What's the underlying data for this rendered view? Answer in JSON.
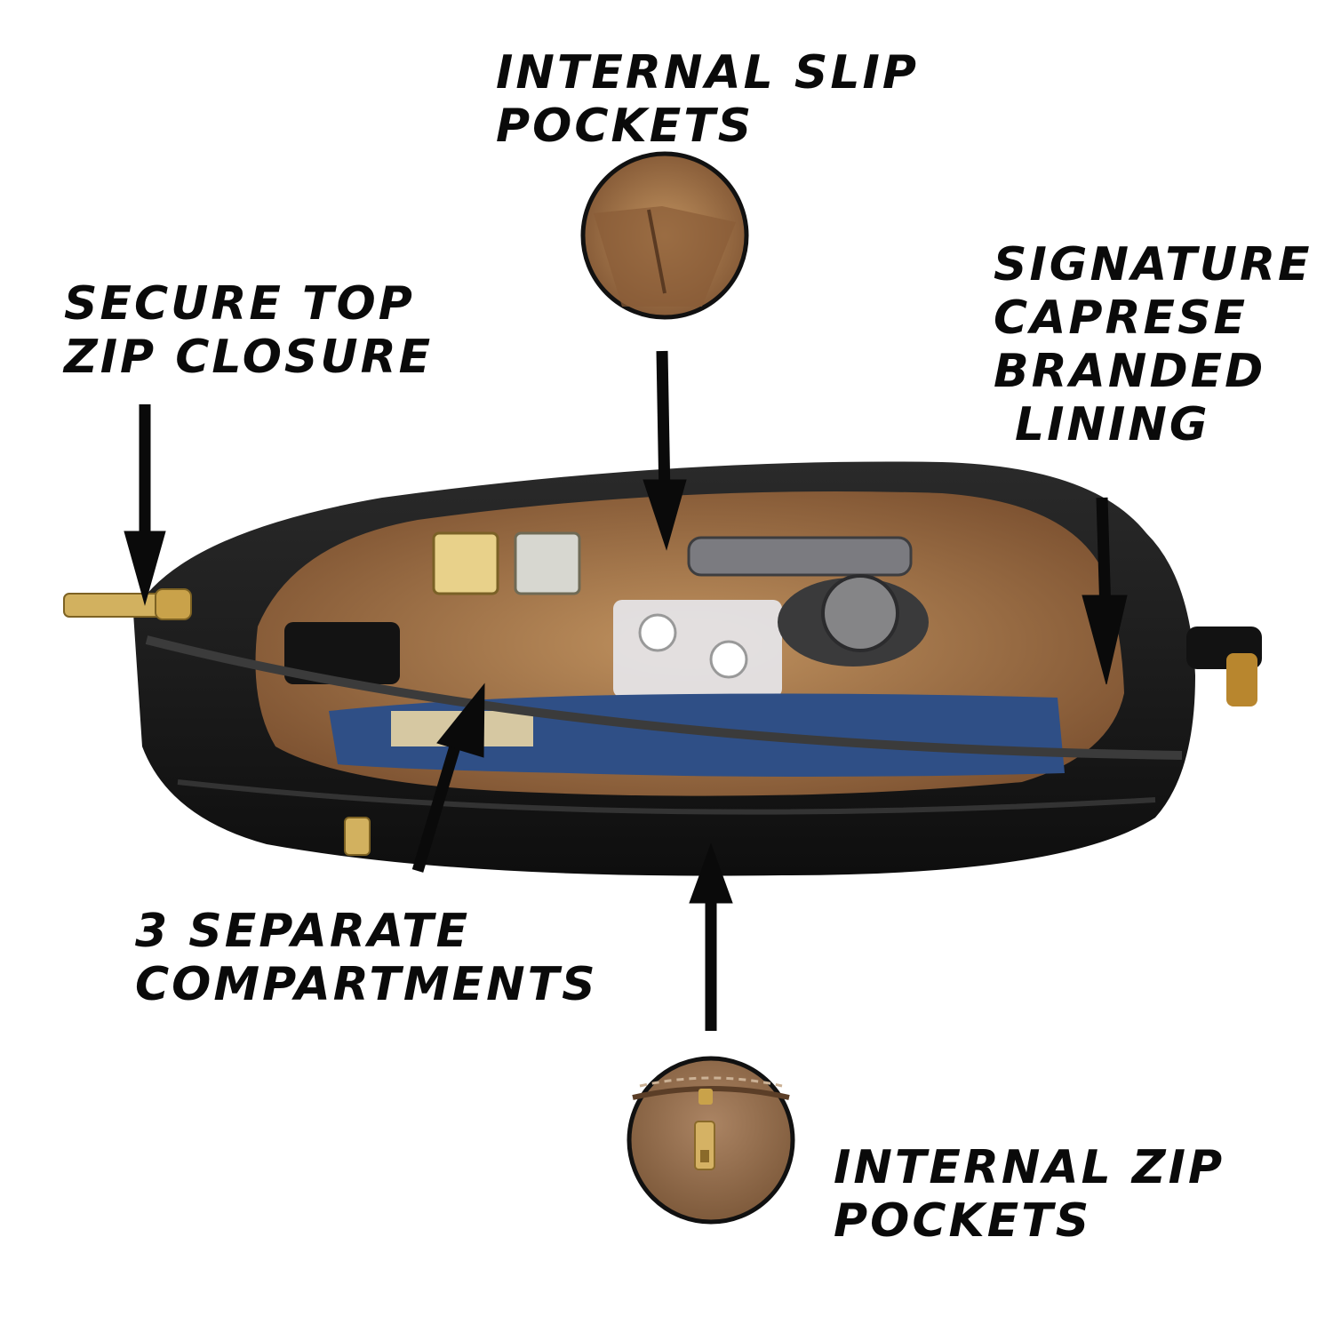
{
  "callouts": {
    "internal_slip_pockets": {
      "line1": "INTERNAL SLIP",
      "line2": "POCKETS"
    },
    "secure_top_zip": {
      "line1": "SECURE TOP",
      "line2": "ZIP CLOSURE"
    },
    "signature_lining": {
      "line1": "SIGNATURE",
      "line2": "CAPRESE",
      "line3": "BRANDED",
      "line4": "LINING"
    },
    "separate_compartments": {
      "line1": "3 SEPARATE",
      "line2": "COMPARTMENTS"
    },
    "internal_zip_pockets": {
      "line1": "INTERNAL ZIP",
      "line2": "POCKETS"
    }
  },
  "colors": {
    "background": "#ffffff",
    "text": "#0a0a0a",
    "bag_black": "#1c1c1c",
    "lining_tan": "#a8784f",
    "book_blue": "#2f4f86",
    "gold": "#c9a24a"
  }
}
